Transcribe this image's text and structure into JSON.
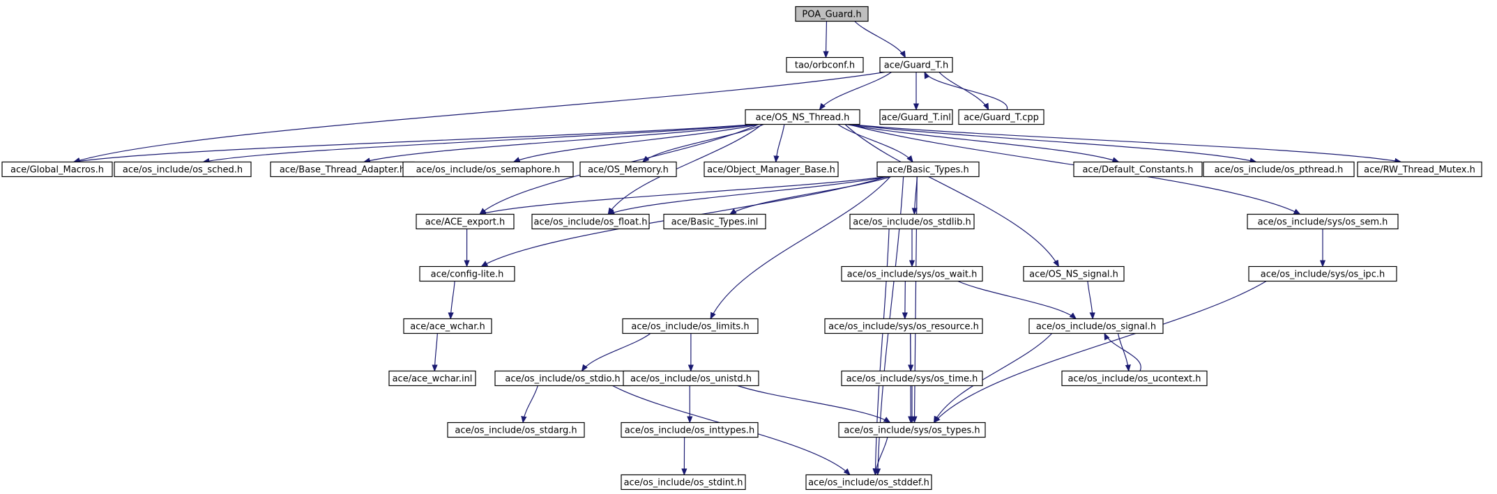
{
  "graph": {
    "title": "",
    "colors": {
      "edge": "#191970",
      "root_fill": "#bfbfbf",
      "node_fill": "#ffffff",
      "node_stroke": "#000000"
    },
    "nodes": [
      {
        "id": "poa_guard",
        "label": "POA_Guard.h",
        "root": true
      },
      {
        "id": "orbconf",
        "label": "tao/orbconf.h"
      },
      {
        "id": "guard_t_h",
        "label": "ace/Guard_T.h"
      },
      {
        "id": "os_ns_thread",
        "label": "ace/OS_NS_Thread.h"
      },
      {
        "id": "guard_t_inl",
        "label": "ace/Guard_T.inl"
      },
      {
        "id": "guard_t_cpp",
        "label": "ace/Guard_T.cpp"
      },
      {
        "id": "global_macros",
        "label": "ace/Global_Macros.h"
      },
      {
        "id": "os_sched",
        "label": "ace/os_include/os_sched.h"
      },
      {
        "id": "base_thread_adapter",
        "label": "ace/Base_Thread_Adapter.h"
      },
      {
        "id": "os_semaphore",
        "label": "ace/os_include/os_semaphore.h"
      },
      {
        "id": "os_memory",
        "label": "ace/OS_Memory.h"
      },
      {
        "id": "object_manager_base",
        "label": "ace/Object_Manager_Base.h"
      },
      {
        "id": "basic_types",
        "label": "ace/Basic_Types.h"
      },
      {
        "id": "default_constants",
        "label": "ace/Default_Constants.h"
      },
      {
        "id": "os_pthread",
        "label": "ace/os_include/os_pthread.h"
      },
      {
        "id": "rw_thread_mutex",
        "label": "ace/RW_Thread_Mutex.h"
      },
      {
        "id": "ace_export",
        "label": "ace/ACE_export.h"
      },
      {
        "id": "os_float",
        "label": "ace/os_include/os_float.h"
      },
      {
        "id": "basic_types_inl",
        "label": "ace/Basic_Types.inl"
      },
      {
        "id": "os_stdlib",
        "label": "ace/os_include/os_stdlib.h"
      },
      {
        "id": "sys_os_sem",
        "label": "ace/os_include/sys/os_sem.h"
      },
      {
        "id": "config_lite",
        "label": "ace/config-lite.h"
      },
      {
        "id": "sys_os_wait",
        "label": "ace/os_include/sys/os_wait.h"
      },
      {
        "id": "os_ns_signal",
        "label": "ace/OS_NS_signal.h"
      },
      {
        "id": "sys_os_ipc",
        "label": "ace/os_include/sys/os_ipc.h"
      },
      {
        "id": "ace_wchar_h",
        "label": "ace/ace_wchar.h"
      },
      {
        "id": "os_limits",
        "label": "ace/os_include/os_limits.h"
      },
      {
        "id": "sys_os_resource",
        "label": "ace/os_include/sys/os_resource.h"
      },
      {
        "id": "os_signal",
        "label": "ace/os_include/os_signal.h"
      },
      {
        "id": "ace_wchar_inl",
        "label": "ace/ace_wchar.inl"
      },
      {
        "id": "os_stdio",
        "label": "ace/os_include/os_stdio.h"
      },
      {
        "id": "os_unistd",
        "label": "ace/os_include/os_unistd.h"
      },
      {
        "id": "sys_os_time",
        "label": "ace/os_include/sys/os_time.h"
      },
      {
        "id": "os_ucontext",
        "label": "ace/os_include/os_ucontext.h"
      },
      {
        "id": "os_stdarg",
        "label": "ace/os_include/os_stdarg.h"
      },
      {
        "id": "os_inttypes",
        "label": "ace/os_include/os_inttypes.h"
      },
      {
        "id": "sys_os_types",
        "label": "ace/os_include/sys/os_types.h"
      },
      {
        "id": "os_stdint",
        "label": "ace/os_include/os_stdint.h"
      },
      {
        "id": "os_stddef",
        "label": "ace/os_include/os_stddef.h"
      }
    ],
    "edges": [
      [
        "poa_guard",
        "orbconf"
      ],
      [
        "poa_guard",
        "guard_t_h"
      ],
      [
        "guard_t_h",
        "global_macros"
      ],
      [
        "guard_t_h",
        "os_ns_thread"
      ],
      [
        "guard_t_h",
        "guard_t_inl"
      ],
      [
        "guard_t_h",
        "guard_t_cpp"
      ],
      [
        "guard_t_cpp",
        "guard_t_h"
      ],
      [
        "os_ns_thread",
        "global_macros"
      ],
      [
        "os_ns_thread",
        "os_sched"
      ],
      [
        "os_ns_thread",
        "base_thread_adapter"
      ],
      [
        "os_ns_thread",
        "os_semaphore"
      ],
      [
        "os_ns_thread",
        "os_memory"
      ],
      [
        "os_ns_thread",
        "object_manager_base"
      ],
      [
        "os_ns_thread",
        "basic_types"
      ],
      [
        "os_ns_thread",
        "default_constants"
      ],
      [
        "os_ns_thread",
        "os_pthread"
      ],
      [
        "os_ns_thread",
        "rw_thread_mutex"
      ],
      [
        "os_ns_thread",
        "ace_export"
      ],
      [
        "os_ns_thread",
        "os_float"
      ],
      [
        "os_ns_thread",
        "os_ns_signal"
      ],
      [
        "os_ns_thread",
        "sys_os_sem"
      ],
      [
        "basic_types",
        "ace_export"
      ],
      [
        "basic_types",
        "os_float"
      ],
      [
        "basic_types",
        "basic_types_inl"
      ],
      [
        "basic_types",
        "os_stdlib"
      ],
      [
        "basic_types",
        "config_lite"
      ],
      [
        "basic_types",
        "os_limits"
      ],
      [
        "basic_types",
        "sys_os_types"
      ],
      [
        "basic_types",
        "os_stddef"
      ],
      [
        "ace_export",
        "config_lite"
      ],
      [
        "config_lite",
        "ace_wchar_h"
      ],
      [
        "ace_wchar_h",
        "ace_wchar_inl"
      ],
      [
        "os_stdlib",
        "sys_os_wait"
      ],
      [
        "os_stdlib",
        "os_stddef"
      ],
      [
        "sys_os_wait",
        "sys_os_resource"
      ],
      [
        "sys_os_wait",
        "os_signal"
      ],
      [
        "os_ns_signal",
        "os_signal"
      ],
      [
        "sys_os_sem",
        "sys_os_ipc"
      ],
      [
        "sys_os_ipc",
        "sys_os_types"
      ],
      [
        "os_limits",
        "os_stdio"
      ],
      [
        "os_limits",
        "os_unistd"
      ],
      [
        "os_stdio",
        "os_stdarg"
      ],
      [
        "os_stdio",
        "os_stddef"
      ],
      [
        "os_unistd",
        "os_inttypes"
      ],
      [
        "os_unistd",
        "sys_os_types"
      ],
      [
        "os_inttypes",
        "os_stdint"
      ],
      [
        "sys_os_resource",
        "sys_os_time"
      ],
      [
        "sys_os_resource",
        "sys_os_types"
      ],
      [
        "sys_os_time",
        "sys_os_types"
      ],
      [
        "os_signal",
        "os_ucontext"
      ],
      [
        "os_signal",
        "sys_os_types"
      ],
      [
        "os_ucontext",
        "os_signal"
      ],
      [
        "sys_os_types",
        "os_stddef"
      ]
    ]
  }
}
